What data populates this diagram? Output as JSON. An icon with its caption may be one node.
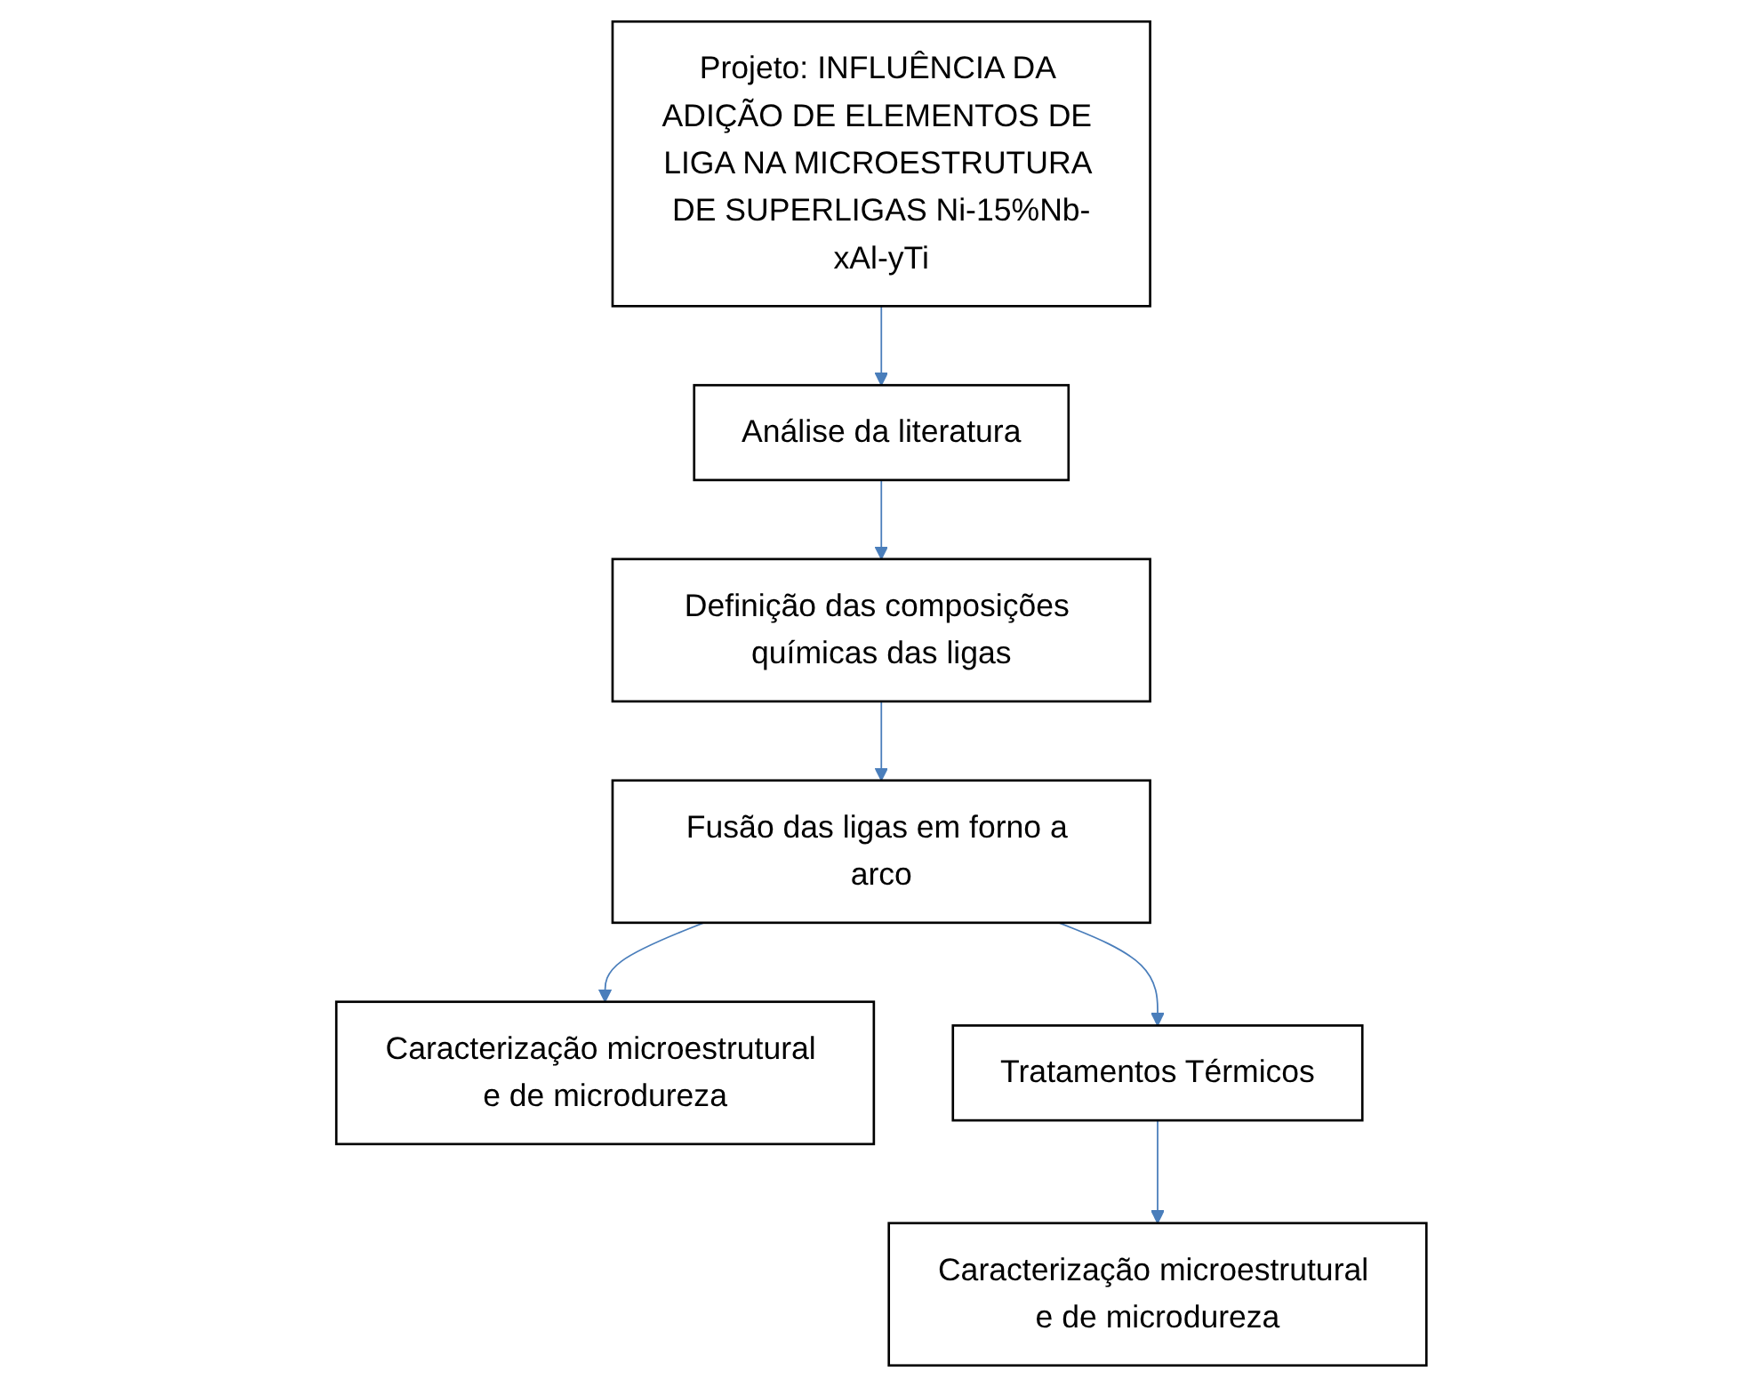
{
  "diagram": {
    "nodes": [
      {
        "text": [
          "Projeto: INFLUÊNCIA DA ADIÇÃO DE ELEMENTOS DE LIGA NA MICROESTRUTURA DE SUPERLIGAS Ni-15%Nb-xAl-yTi"
        ]
      },
      {
        "text": [
          "Análise da literatura"
        ]
      },
      {
        "text": [
          "Definição das composições químicas das ligas"
        ]
      },
      {
        "text": [
          "Fusão das ligas em forno a arco"
        ]
      },
      {
        "text": [
          "Caracterização microestrutural e de microdureza"
        ]
      },
      {
        "text": [
          "Tratamentos Térmicos"
        ]
      },
      {
        "text": [
          "Caracterização microestrutural e de microdureza"
        ]
      }
    ],
    "edges": [
      {
        "from": 0,
        "to": 1,
        "arrow": "to"
      },
      {
        "from": 1,
        "to": 2,
        "arrow": "to"
      },
      {
        "from": 2,
        "to": 3,
        "arrow": "to"
      },
      {
        "from": 3,
        "to": 4,
        "arrow": "to"
      },
      {
        "from": 3,
        "to": 5,
        "arrow": "to"
      },
      {
        "from": 5,
        "to": 6,
        "arrow": "to"
      }
    ]
  }
}
